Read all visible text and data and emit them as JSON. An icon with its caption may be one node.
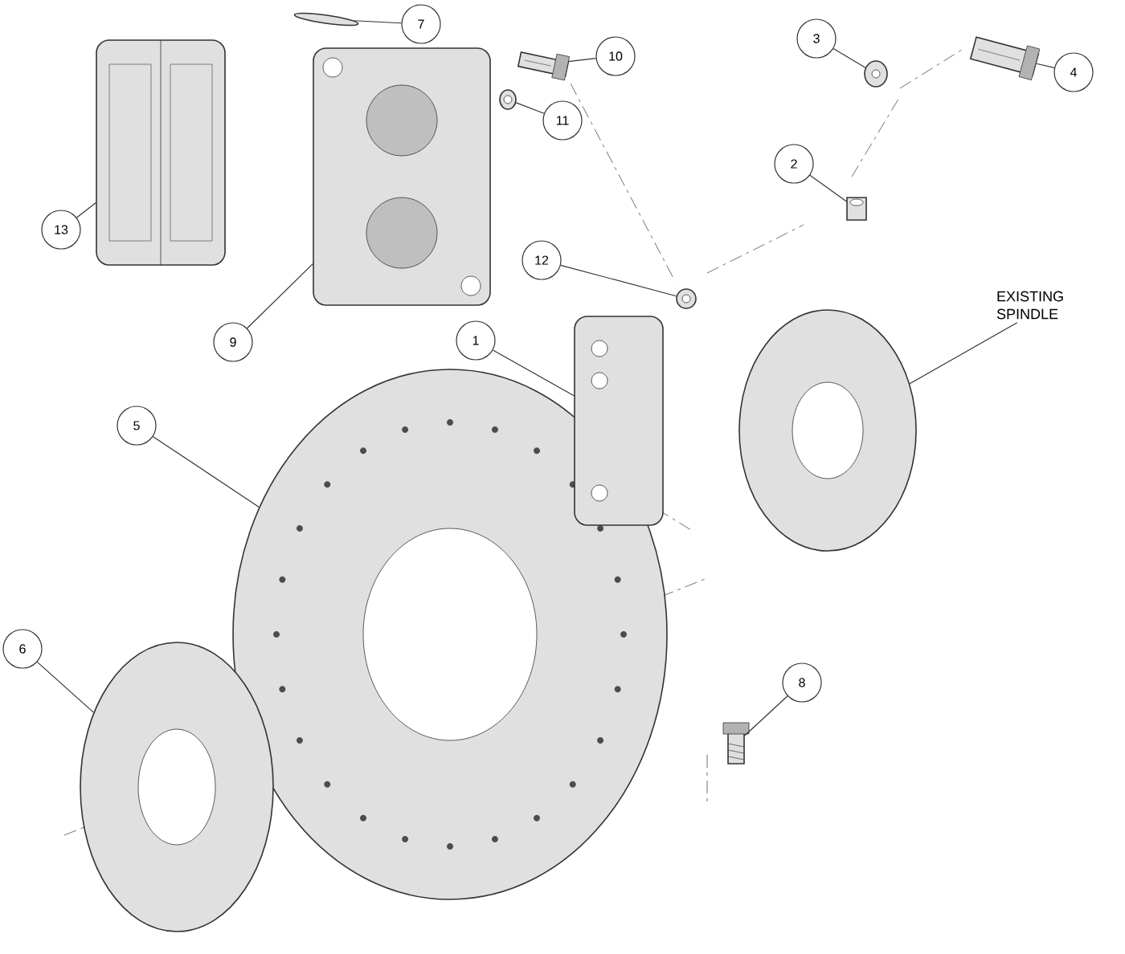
{
  "diagram": {
    "nodes": [
      {
        "text": [
          "7"
        ]
      },
      {
        "text": [],
        "shape": "picture"
      },
      {
        "text": [
          "10"
        ]
      },
      {
        "text": [],
        "shape": "picture"
      },
      {
        "text": [
          "11"
        ]
      },
      {
        "text": [],
        "shape": "picture"
      },
      {
        "text": [
          "13"
        ]
      },
      {
        "text": [],
        "shape": "picture"
      },
      {
        "text": [
          "9"
        ]
      },
      {
        "text": [],
        "shape": "picture"
      },
      {
        "text": [
          "12"
        ]
      },
      {
        "text": [],
        "shape": "picture"
      },
      {
        "text": [
          "3"
        ]
      },
      {
        "text": [],
        "shape": "picture"
      },
      {
        "text": [
          "4"
        ]
      },
      {
        "text": [],
        "shape": "picture"
      },
      {
        "text": [
          "2"
        ]
      },
      {
        "text": [],
        "shape": "picture"
      },
      {
        "text": [
          "1"
        ]
      },
      {
        "text": [],
        "shape": "picture"
      },
      {
        "text": [
          "EXISTING SPINDLE"
        ]
      },
      {
        "text": [],
        "shape": "picture"
      },
      {
        "text": [
          "5"
        ]
      },
      {
        "text": [],
        "shape": "picture"
      },
      {
        "text": [
          "6"
        ]
      },
      {
        "text": [],
        "shape": "picture"
      },
      {
        "text": [
          "8"
        ]
      },
      {
        "text": [],
        "shape": "picture"
      }
    ],
    "edges": [
      {
        "from": 0,
        "to": 1,
        "arrow": "none"
      },
      {
        "from": 2,
        "to": 3,
        "arrow": "none"
      },
      {
        "from": 4,
        "to": 5,
        "arrow": "none"
      },
      {
        "from": 6,
        "to": 7,
        "arrow": "none"
      },
      {
        "from": 8,
        "to": 9,
        "arrow": "none"
      },
      {
        "from": 10,
        "to": 11,
        "arrow": "none"
      },
      {
        "from": 12,
        "to": 13,
        "arrow": "none"
      },
      {
        "from": 14,
        "to": 15,
        "arrow": "none"
      },
      {
        "from": 16,
        "to": 17,
        "arrow": "none"
      },
      {
        "from": 18,
        "to": 19,
        "arrow": "none"
      },
      {
        "from": 20,
        "to": 21,
        "arrow": "none"
      },
      {
        "from": 22,
        "to": 23,
        "arrow": "none"
      },
      {
        "from": 24,
        "to": 25,
        "arrow": "none"
      },
      {
        "from": 26,
        "to": 27,
        "arrow": "none"
      }
    ]
  }
}
